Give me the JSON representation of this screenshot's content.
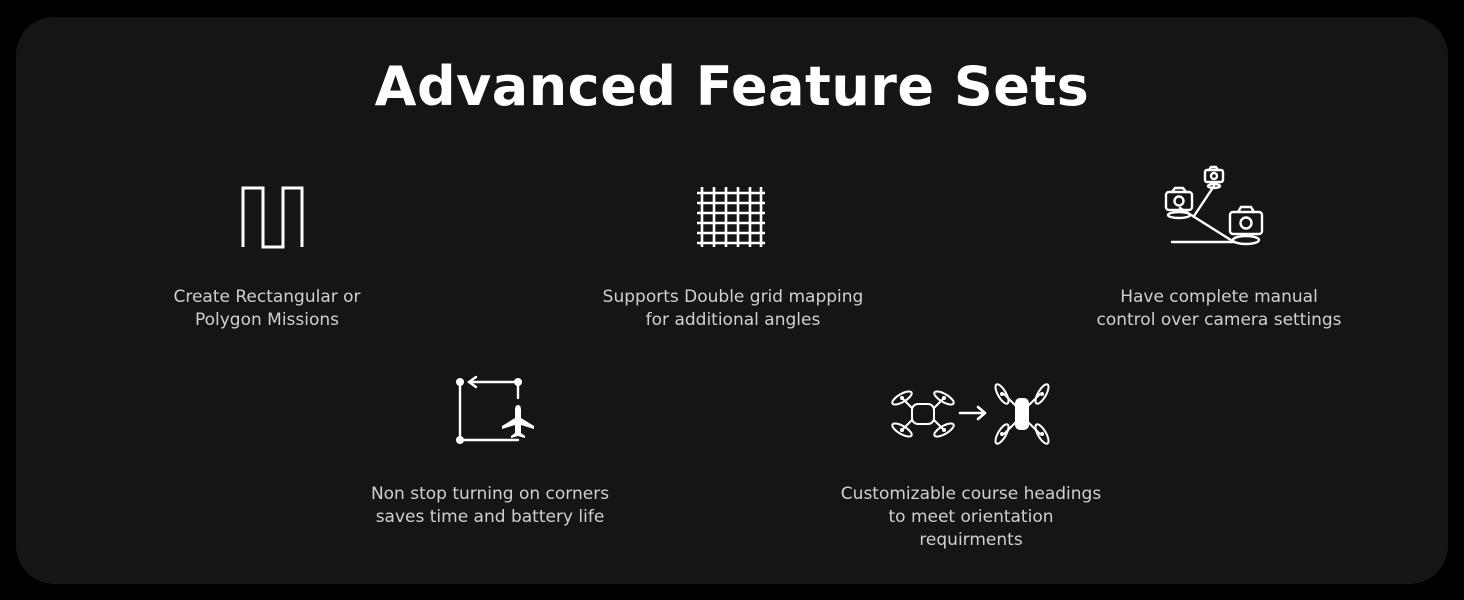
{
  "title": "Advanced Feature Sets",
  "colors": {
    "background": "#000000",
    "panel": "#151517",
    "title": "#ffffff",
    "caption": "#d0d0d0",
    "icon": "#ffffff"
  },
  "features": [
    {
      "icon": "lawnmower-path-icon",
      "lines": [
        "Create Rectangular or",
        "Polygon Missions"
      ]
    },
    {
      "icon": "double-grid-icon",
      "lines": [
        "Supports Double grid mapping",
        "for additional angles"
      ]
    },
    {
      "icon": "camera-points-icon",
      "lines": [
        "Have complete manual",
        "control over camera settings"
      ]
    },
    {
      "icon": "corner-turn-plane-icon",
      "lines": [
        "Non stop turning on corners",
        "saves time and battery life"
      ]
    },
    {
      "icon": "drone-heading-icon",
      "lines": [
        "Customizable course headings",
        "to meet orientation",
        "requirments"
      ]
    }
  ]
}
